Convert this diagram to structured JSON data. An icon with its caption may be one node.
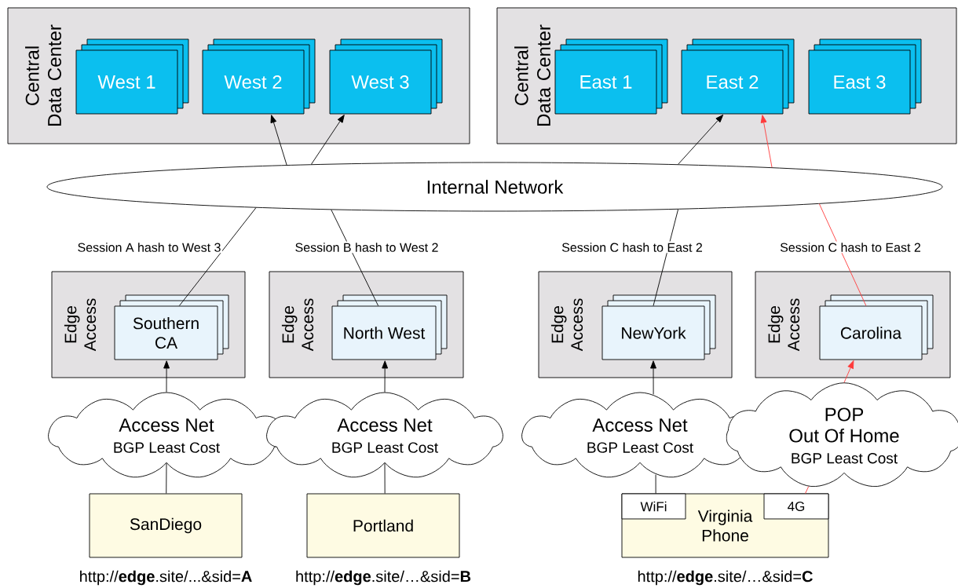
{
  "diagram": {
    "nodes": [
      {
        "text": [
          "Central Data Center"
        ]
      },
      {
        "text": [
          "West 1"
        ],
        "in": 0
      },
      {
        "text": [
          "West 2"
        ],
        "in": 0
      },
      {
        "text": [
          "West 3"
        ],
        "in": 0
      },
      {
        "text": [
          "Central Data Center"
        ]
      },
      {
        "text": [
          "East 1"
        ],
        "in": 4
      },
      {
        "text": [
          "East 2"
        ],
        "in": 4
      },
      {
        "text": [
          "East 3"
        ],
        "in": 4
      },
      {
        "text": [
          "Internal Network"
        ]
      },
      {
        "text": [
          "Edge Access"
        ]
      },
      {
        "text": [
          "Southern CA"
        ],
        "in": 9
      },
      {
        "text": [
          "Edge Access"
        ]
      },
      {
        "text": [
          "North West"
        ],
        "in": 11
      },
      {
        "text": [
          "Edge Access"
        ]
      },
      {
        "text": [
          "NewYork"
        ],
        "in": 13
      },
      {
        "text": [
          "Edge Access"
        ]
      },
      {
        "text": [
          "Carolina"
        ],
        "in": 15
      },
      {
        "text": [
          "Access Net",
          "BGP Least Cost"
        ]
      },
      {
        "text": [
          "Access Net",
          "BGP Least Cost"
        ]
      },
      {
        "text": [
          "Access Net",
          "BGP Least Cost"
        ]
      },
      {
        "text": [
          "POP",
          "Out Of Home",
          "BGP Least Cost"
        ]
      },
      {
        "text": [
          "SanDiego"
        ],
        "beside": [
          "http://**edge**.site/...&sid=**A**"
        ]
      },
      {
        "text": [
          "Portland"
        ],
        "beside": [
          "http://**edge**.site/…&sid=**B**"
        ]
      },
      {
        "text": [
          "Virginia Phone"
        ],
        "beside": [
          "http://**edge**.site/…&sid=**C**"
        ]
      },
      {
        "text": [
          "WiFi"
        ],
        "in": 23
      },
      {
        "text": [
          "4G"
        ],
        "in": 23
      }
    ],
    "edges": [
      {
        "from": 8,
        "to": 2,
        "arrow": "to"
      },
      {
        "from": 8,
        "to": 3,
        "arrow": "to"
      },
      {
        "from": 10,
        "to": 8,
        "arrow": "none",
        "label": "Session A hash to West 3"
      },
      {
        "from": 12,
        "to": 8,
        "arrow": "none",
        "label": "Session B hash to West 2"
      },
      {
        "from": 14,
        "to": 8,
        "arrow": "none",
        "label": "Session C hash to East 2"
      },
      {
        "from": 8,
        "to": 6,
        "arrow": "to"
      },
      {
        "from": 16,
        "to": 8,
        "arrow": "none",
        "label": "Session C hash to East 2",
        "color": "#ff3b3b"
      },
      {
        "from": 8,
        "to": 6,
        "arrow": "to",
        "color": "#ff3b3b"
      },
      {
        "from": 17,
        "to": 10,
        "arrow": "to"
      },
      {
        "from": 18,
        "to": 12,
        "arrow": "to"
      },
      {
        "from": 19,
        "to": 14,
        "arrow": "to"
      },
      {
        "from": 20,
        "to": 16,
        "arrow": "to",
        "color": "#ff3b3b"
      },
      {
        "from": 21,
        "to": 17,
        "arrow": "none"
      },
      {
        "from": 22,
        "to": 18,
        "arrow": "none"
      },
      {
        "from": 24,
        "to": 19,
        "arrow": "none"
      },
      {
        "from": 25,
        "to": 20,
        "arrow": "none",
        "color": "#ff3b3b"
      }
    ]
  }
}
